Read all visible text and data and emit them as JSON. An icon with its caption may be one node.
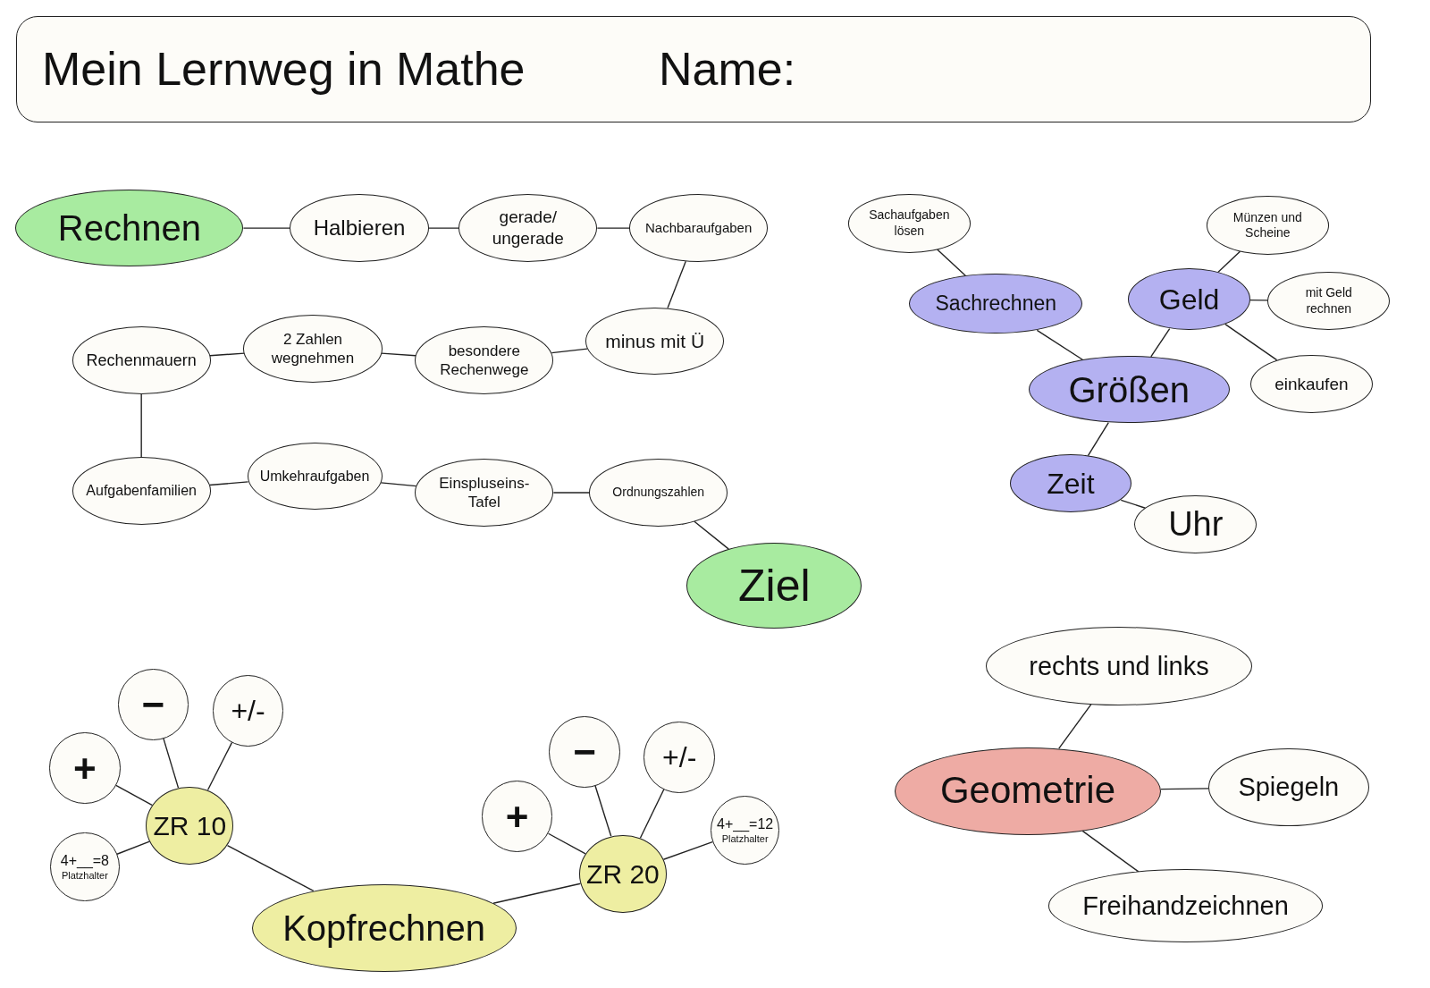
{
  "diagram": {
    "nodes": [
      {
        "text": [
          "Mein Lernweg in Mathe",
          "Name:"
        ]
      },
      {
        "text": [
          "Rechnen"
        ]
      },
      {
        "text": [
          "Halbieren"
        ]
      },
      {
        "text": [
          "gerade/ ungerade"
        ]
      },
      {
        "text": [
          "Nachbaraufgaben"
        ]
      },
      {
        "text": [
          "minus mit Ü"
        ]
      },
      {
        "text": [
          "besondere Rechenwege"
        ]
      },
      {
        "text": [
          "2 Zahlen wegnehmen"
        ]
      },
      {
        "text": [
          "Rechenmauern"
        ]
      },
      {
        "text": [
          "Aufgabenfamilien"
        ]
      },
      {
        "text": [
          "Umkehraufgaben"
        ]
      },
      {
        "text": [
          "Einspluseins- Tafel"
        ]
      },
      {
        "text": [
          "Ordnungszahlen"
        ]
      },
      {
        "text": [
          "Ziel"
        ]
      },
      {
        "text": [
          "Sachaufgaben lösen"
        ]
      },
      {
        "text": [
          "Sachrechnen"
        ]
      },
      {
        "text": [
          "Münzen und Scheine"
        ]
      },
      {
        "text": [
          "Geld"
        ]
      },
      {
        "text": [
          "mit Geld rechnen"
        ]
      },
      {
        "text": [
          "Größen"
        ]
      },
      {
        "text": [
          "einkaufen"
        ]
      },
      {
        "text": [
          "Zeit"
        ]
      },
      {
        "text": [
          "Uhr"
        ]
      },
      {
        "text": [
          "rechts und links"
        ]
      },
      {
        "text": [
          "Geometrie"
        ]
      },
      {
        "text": [
          "Spiegeln"
        ]
      },
      {
        "text": [
          "Freihandzeichnen"
        ]
      },
      {
        "text": [
          "+"
        ]
      },
      {
        "text": [
          "−"
        ]
      },
      {
        "text": [
          "+/-"
        ]
      },
      {
        "text": [
          "ZR 10"
        ]
      },
      {
        "text": [
          "4+__=8",
          "Platzhalter"
        ]
      },
      {
        "text": [
          "Kopfrechnen"
        ]
      },
      {
        "text": [
          "+"
        ]
      },
      {
        "text": [
          "−"
        ]
      },
      {
        "text": [
          "+/-"
        ]
      },
      {
        "text": [
          "ZR 20"
        ]
      },
      {
        "text": [
          "4+__=12",
          "Platzhalter"
        ]
      }
    ],
    "edges": [
      {
        "from": 1,
        "to": 2,
        "arrow": "none"
      },
      {
        "from": 2,
        "to": 3,
        "arrow": "none"
      },
      {
        "from": 3,
        "to": 4,
        "arrow": "none"
      },
      {
        "from": 4,
        "to": 5,
        "arrow": "none"
      },
      {
        "from": 5,
        "to": 6,
        "arrow": "none"
      },
      {
        "from": 6,
        "to": 7,
        "arrow": "none"
      },
      {
        "from": 7,
        "to": 8,
        "arrow": "none"
      },
      {
        "from": 8,
        "to": 9,
        "arrow": "none"
      },
      {
        "from": 9,
        "to": 10,
        "arrow": "none"
      },
      {
        "from": 10,
        "to": 11,
        "arrow": "none"
      },
      {
        "from": 11,
        "to": 12,
        "arrow": "none"
      },
      {
        "from": 12,
        "to": 13,
        "arrow": "none"
      },
      {
        "from": 14,
        "to": 15,
        "arrow": "none"
      },
      {
        "from": 15,
        "to": 19,
        "arrow": "none"
      },
      {
        "from": 16,
        "to": 17,
        "arrow": "none"
      },
      {
        "from": 17,
        "to": 18,
        "arrow": "none"
      },
      {
        "from": 17,
        "to": 19,
        "arrow": "none"
      },
      {
        "from": 17,
        "to": 20,
        "arrow": "none"
      },
      {
        "from": 19,
        "to": 21,
        "arrow": "none"
      },
      {
        "from": 21,
        "to": 22,
        "arrow": "none"
      },
      {
        "from": 23,
        "to": 24,
        "arrow": "none"
      },
      {
        "from": 24,
        "to": 25,
        "arrow": "none"
      },
      {
        "from": 24,
        "to": 26,
        "arrow": "none"
      },
      {
        "from": 27,
        "to": 30,
        "arrow": "none"
      },
      {
        "from": 28,
        "to": 30,
        "arrow": "none"
      },
      {
        "from": 29,
        "to": 30,
        "arrow": "none"
      },
      {
        "from": 31,
        "to": 30,
        "arrow": "none"
      },
      {
        "from": 30,
        "to": 32,
        "arrow": "none"
      },
      {
        "from": 33,
        "to": 36,
        "arrow": "none"
      },
      {
        "from": 34,
        "to": 36,
        "arrow": "none"
      },
      {
        "from": 35,
        "to": 36,
        "arrow": "none"
      },
      {
        "from": 37,
        "to": 36,
        "arrow": "none"
      },
      {
        "from": 36,
        "to": 32,
        "arrow": "none"
      }
    ]
  }
}
